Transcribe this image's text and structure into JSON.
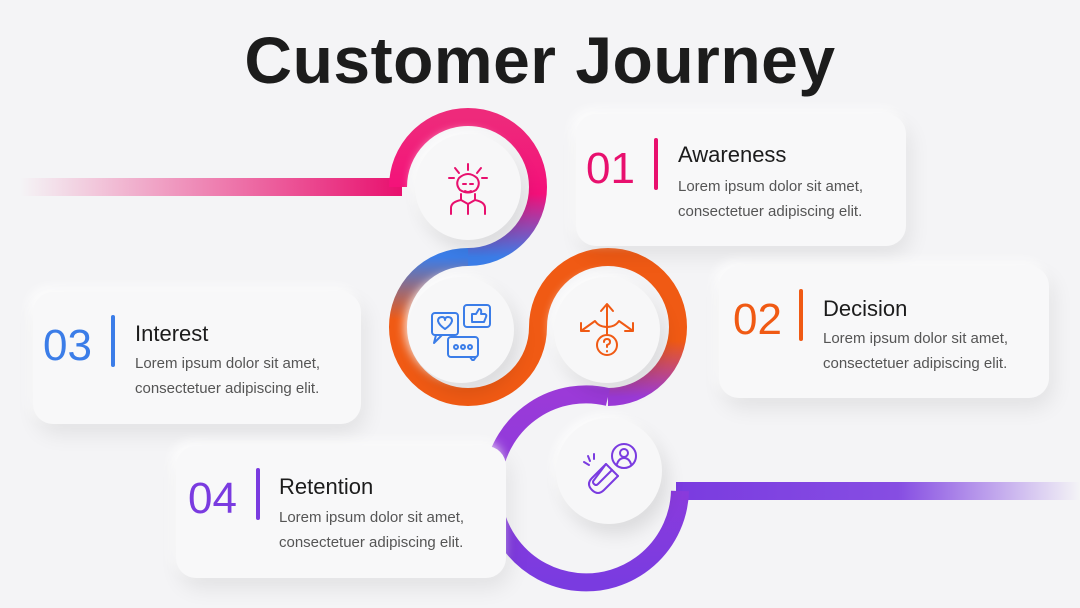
{
  "title": "Customer Journey",
  "colors": {
    "awareness": "#e8106e",
    "decision": "#f05a14",
    "interest": "#3b7de8",
    "retention": "#7a3be0"
  },
  "stages": [
    {
      "number": "01",
      "title": "Awareness",
      "line1": "Lorem ipsum dolor sit amet,",
      "line2": "consectetuer adipiscing elit.",
      "icon": "thinking-person-icon"
    },
    {
      "number": "02",
      "title": "Decision",
      "line1": "Lorem ipsum dolor sit amet,",
      "line2": "consectetuer adipiscing elit.",
      "icon": "crossroads-question-icon"
    },
    {
      "number": "03",
      "title": "Interest",
      "line1": "Lorem ipsum dolor sit amet,",
      "line2": "consectetuer adipiscing elit.",
      "icon": "chat-bubbles-icon"
    },
    {
      "number": "04",
      "title": "Retention",
      "line1": "Lorem ipsum dolor sit amet,",
      "line2": "consectetuer adipiscing elit.",
      "icon": "magnet-user-icon"
    }
  ]
}
